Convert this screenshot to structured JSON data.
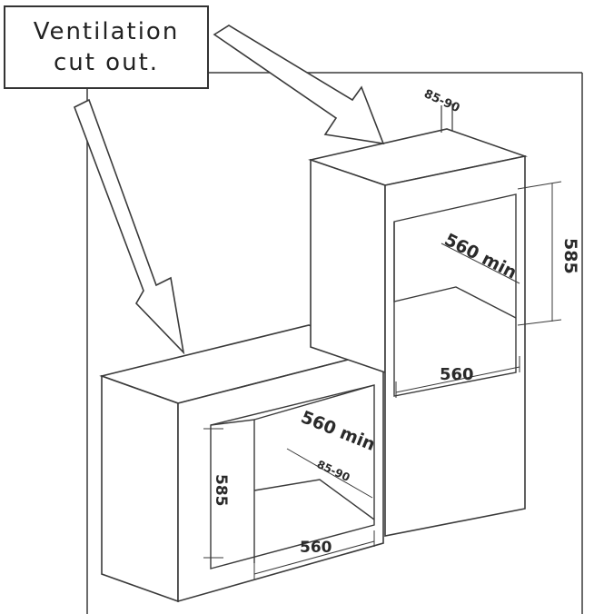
{
  "callout": {
    "line1": "Ventilation",
    "line2": "cut out."
  },
  "dimensions": {
    "upper_gap": "85-90",
    "upper_depth": "560 min",
    "upper_height": "585",
    "upper_width": "560",
    "lower_depth": "560 min",
    "lower_gap": "85-90",
    "lower_height": "585",
    "lower_width": "560"
  },
  "colors": {
    "line": "#3a3a3a",
    "background": "#ffffff"
  }
}
